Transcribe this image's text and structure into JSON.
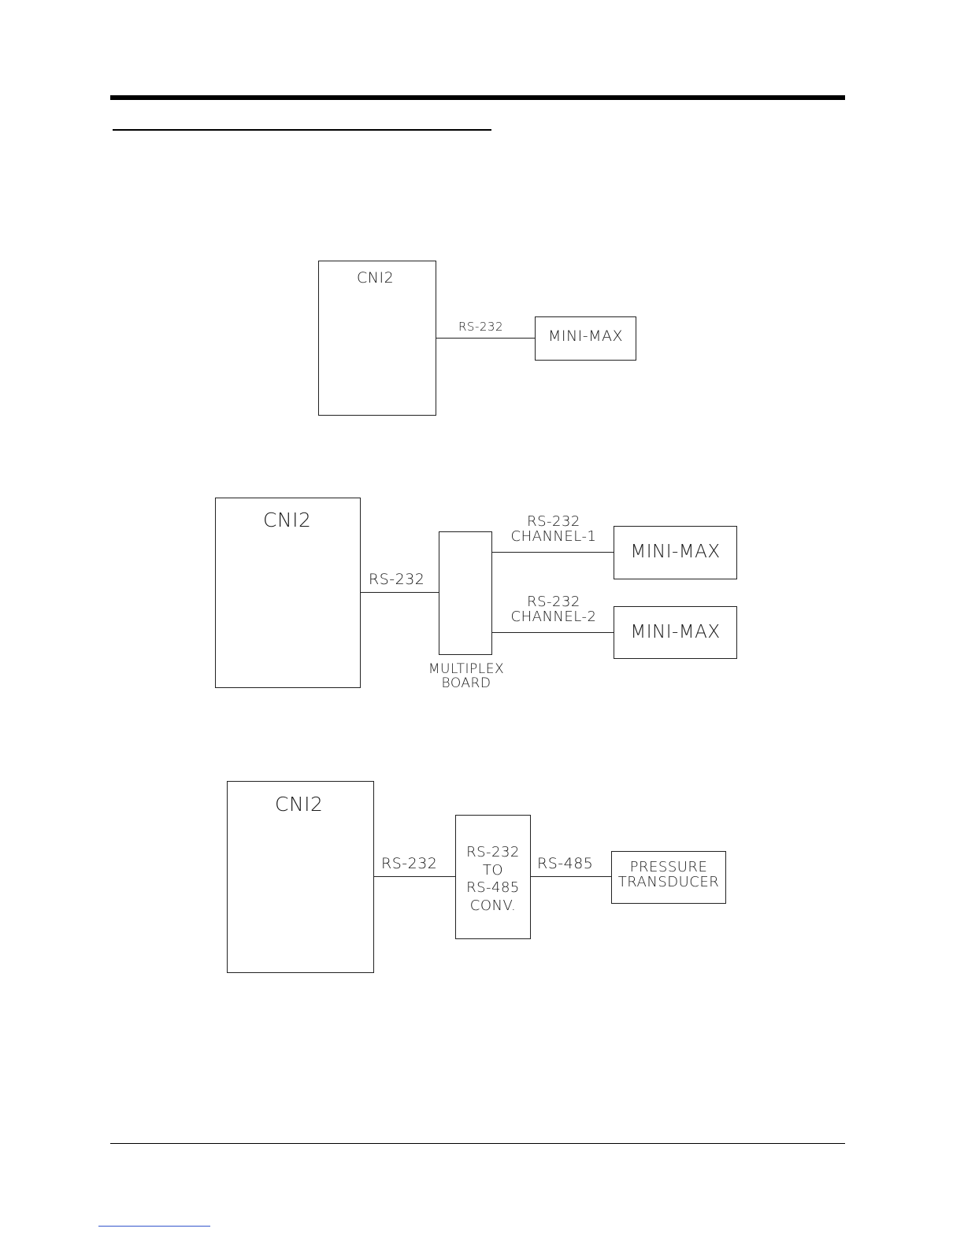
{
  "diagram1": {
    "cni": "CNI2",
    "link": "RS-232",
    "device": "MINI-MAX"
  },
  "diagram2": {
    "cni": "CNI2",
    "link": "RS-232",
    "mux_label": [
      "MULTIPLEX",
      "BOARD"
    ],
    "ch1_label": [
      "RS-232",
      "CHANNEL-1"
    ],
    "ch2_label": [
      "RS-232",
      "CHANNEL-2"
    ],
    "device1": "MINI-MAX",
    "device2": "MINI-MAX"
  },
  "diagram3": {
    "cni": "CNI2",
    "link_in": "RS-232",
    "converter": [
      "RS-232",
      "TO",
      "RS-485",
      "CONV."
    ],
    "link_out": "RS-485",
    "device": [
      "PRESSURE",
      "TRANSDUCER"
    ]
  }
}
